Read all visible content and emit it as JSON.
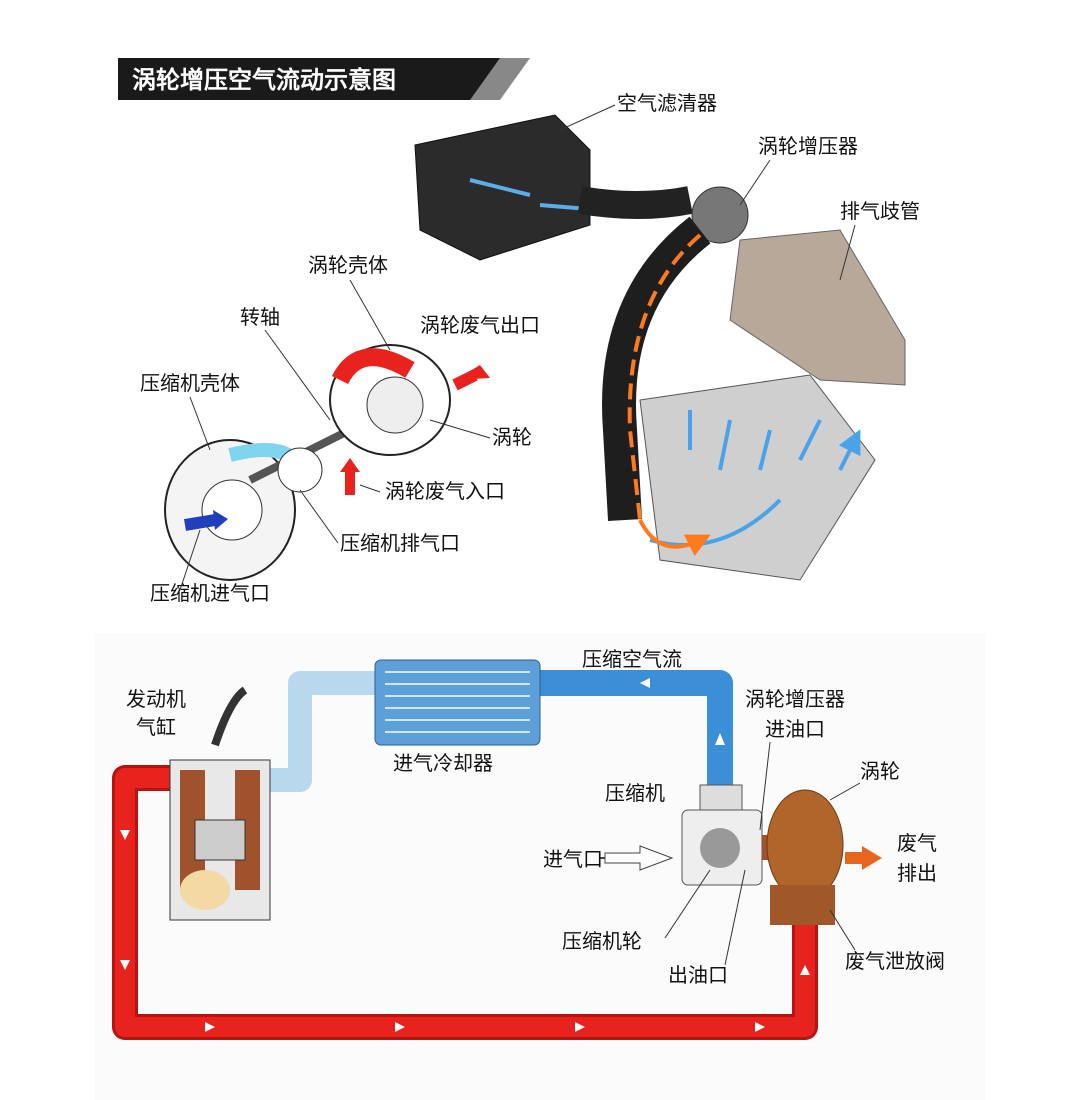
{
  "title": "涡轮增压空气流动示意图",
  "top_labels": {
    "air_filter": "空气滤清器",
    "turbocharger": "涡轮增压器",
    "exhaust_manifold": "排气歧管",
    "turbine_housing": "涡轮壳体",
    "shaft": "转轴",
    "turbine_exhaust_outlet": "涡轮废气出口",
    "compressor_housing": "压缩机壳体",
    "turbine": "涡轮",
    "turbine_exhaust_inlet": "涡轮废气入口",
    "compressor_outlet": "压缩机排气口",
    "compressor_inlet": "压缩机进气口"
  },
  "bottom_labels": {
    "engine_line1": "发动机",
    "engine_line2": "气缸",
    "intercooler": "进气冷却器",
    "compressed_air_flow": "压缩空气流",
    "oil_inlet_line1": "涡轮增压器",
    "oil_inlet_line2": "进油口",
    "turbine": "涡轮",
    "compressor": "压缩机",
    "air_inlet": "进气口",
    "exhaust_line1": "废气",
    "exhaust_line2": "排出",
    "compressor_wheel": "压缩机轮",
    "oil_outlet": "出油口",
    "wastegate": "废气泄放阀"
  },
  "colors": {
    "exhaust": "#e8231e",
    "air": "#3a8fd6",
    "title_bg": "#1a1a1a",
    "turbine": "#b0652a"
  }
}
